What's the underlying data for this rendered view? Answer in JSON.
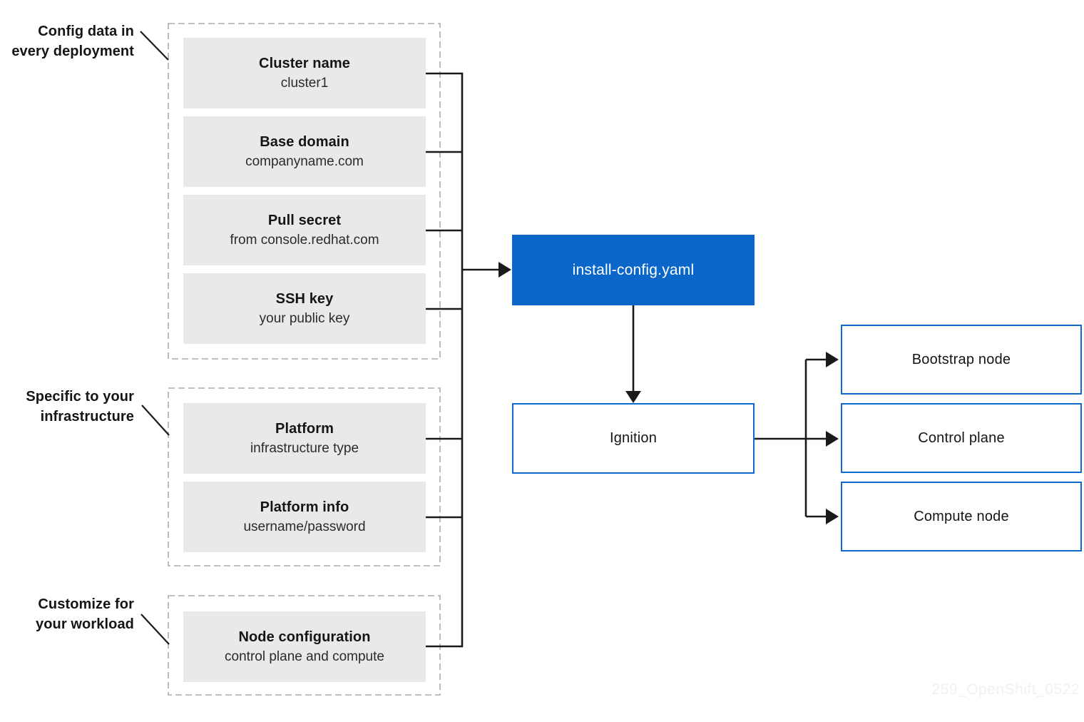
{
  "annotations": [
    {
      "line1": "Config data in",
      "line2": "every deployment"
    },
    {
      "line1": "Specific to your",
      "line2": "infrastructure"
    },
    {
      "line1": "Customize for",
      "line2": "your workload"
    }
  ],
  "config_boxes": [
    {
      "title": "Cluster name",
      "subtitle": "cluster1"
    },
    {
      "title": "Base domain",
      "subtitle": "companyname.com"
    },
    {
      "title": "Pull secret",
      "subtitle": "from console.redhat.com"
    },
    {
      "title": "SSH key",
      "subtitle": "your public key"
    },
    {
      "title": "Platform",
      "subtitle": "infrastructure type"
    },
    {
      "title": "Platform info",
      "subtitle": "username/password"
    },
    {
      "title": "Node configuration",
      "subtitle": "control plane and compute"
    }
  ],
  "install_config": {
    "label": "install-config.yaml"
  },
  "ignition": {
    "label": "Ignition"
  },
  "output_nodes": [
    {
      "label": "Bootstrap node"
    },
    {
      "label": "Control plane"
    },
    {
      "label": "Compute node"
    }
  ],
  "watermark": "259_OpenShift_0522",
  "colors": {
    "accent_blue_fill": "#0a66c9",
    "node_border_blue": "#0f6ad0",
    "config_box_gray": "#e9e9e9",
    "dashed_border_gray": "#ababab",
    "connector_black": "#1a1a1a",
    "watermark_gray": "#f1f1f1",
    "text_dark": "#151515"
  }
}
